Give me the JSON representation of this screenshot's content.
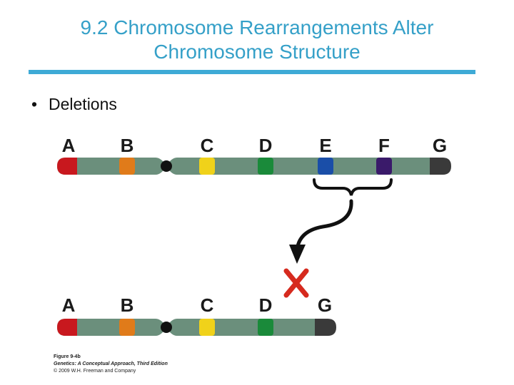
{
  "slide": {
    "title_line1": "9.2 Chromosome Rearrangements Alter",
    "title_line2": "Chromosome Structure",
    "bullet": "Deletions"
  },
  "diagram": {
    "chromosome_color": "#6b8f7c",
    "centromere_color": "#111111",
    "arrow_color": "#111111",
    "cross_color": "#d62a1e",
    "original": {
      "genes": [
        {
          "label": "A",
          "color": "#c8181e"
        },
        {
          "label": "B",
          "color": "#e07b1a"
        },
        {
          "label": "C",
          "color": "#f0d21a"
        },
        {
          "label": "D",
          "color": "#1a8a3a"
        },
        {
          "label": "E",
          "color": "#1a4ea8"
        },
        {
          "label": "F",
          "color": "#3a1a6a"
        },
        {
          "label": "G",
          "color": "#3a3a3a"
        }
      ]
    },
    "deleted": {
      "genes": [
        {
          "label": "A",
          "color": "#c8181e"
        },
        {
          "label": "B",
          "color": "#e07b1a"
        },
        {
          "label": "C",
          "color": "#f0d21a"
        },
        {
          "label": "D",
          "color": "#1a8a3a"
        },
        {
          "label": "G",
          "color": "#3a3a3a"
        }
      ]
    }
  },
  "caption": {
    "figure": "Figure 9-4b",
    "book": "Genetics: A Conceptual Approach, Third Edition",
    "copyright": "© 2009 W.H. Freeman and Company"
  }
}
